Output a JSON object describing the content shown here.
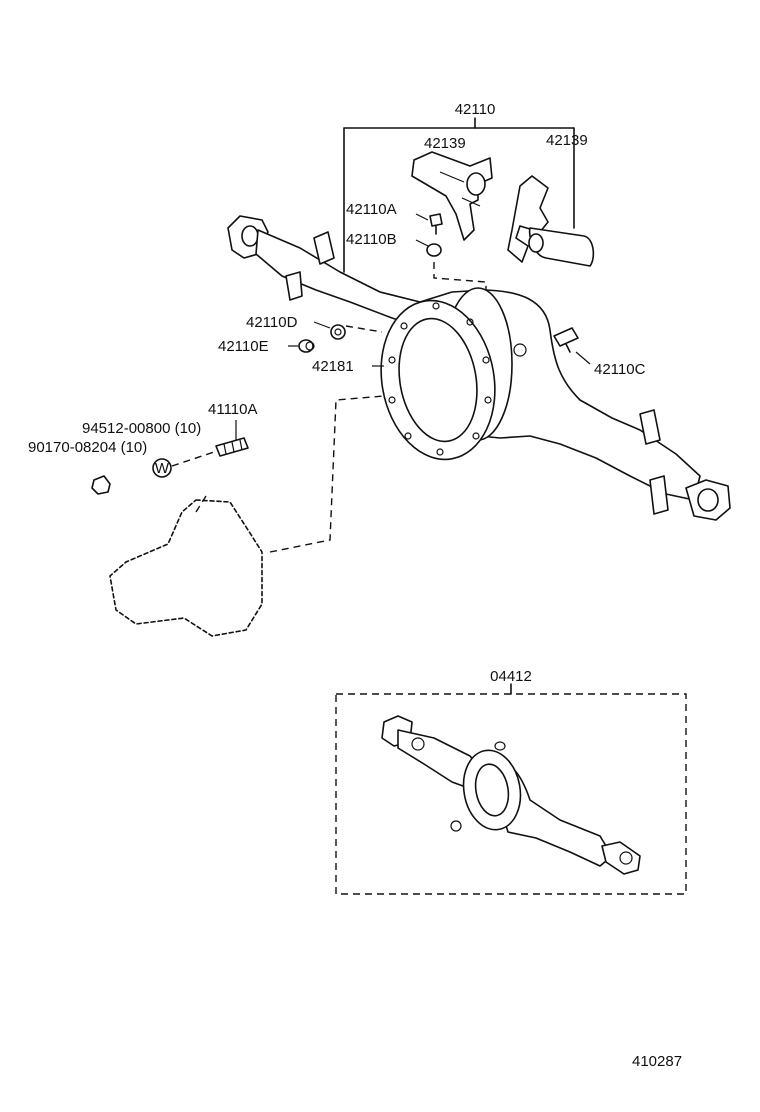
{
  "labels": {
    "assembly": "42110",
    "bracket_left": "42139",
    "bracket_right": "42139",
    "part_a": "42110A",
    "part_b": "42110B",
    "part_c": "42110C",
    "part_d": "42110D",
    "part_e": "42110E",
    "gasket": "42181",
    "stud": "41110A",
    "washer": "94512-00800 (10)",
    "nut": "90170-08204 (10)",
    "washer_marker": "W",
    "kit": "04412",
    "diagram_number": "410287"
  }
}
